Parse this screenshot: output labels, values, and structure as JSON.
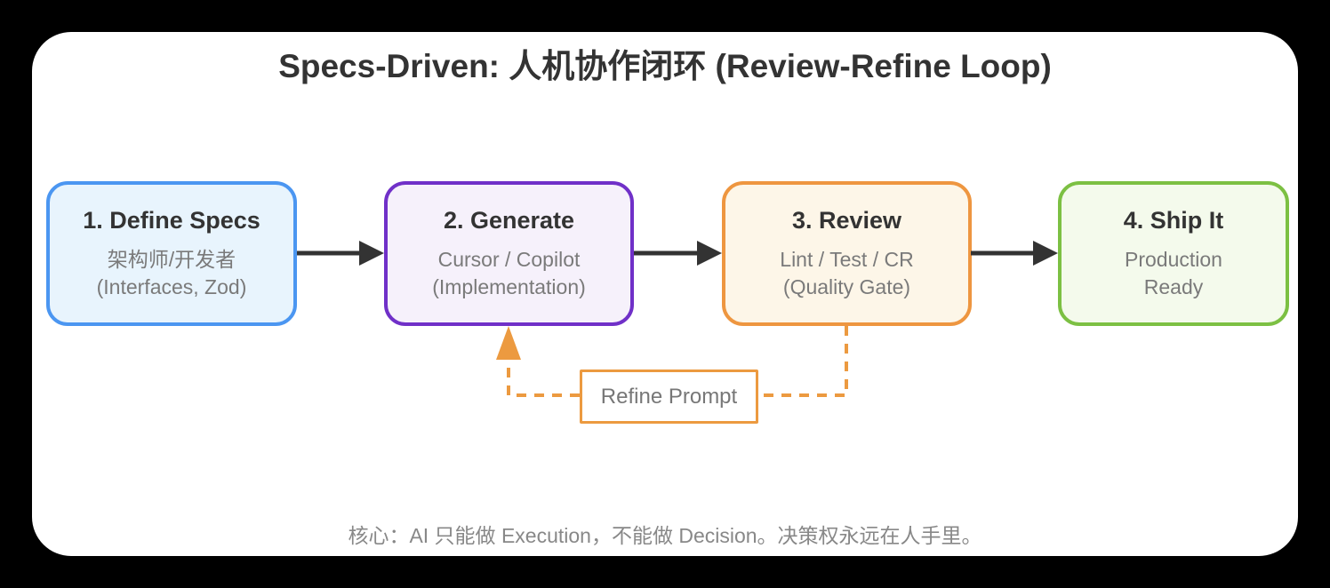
{
  "title": "Specs-Driven: 人机协作闭环 (Review-Refine Loop)",
  "steps": [
    {
      "heading": "1. Define Specs",
      "line1": "架构师/开发者",
      "line2": "(Interfaces, Zod)",
      "fill_color": "#E8F4FD",
      "border_color": "#4B96F1"
    },
    {
      "heading": "2. Generate",
      "line1": "Cursor / Copilot",
      "line2": "(Implementation)",
      "fill_color": "#F6F1FB",
      "border_color": "#7030C8"
    },
    {
      "heading": "3. Review",
      "line1": "Lint / Test / CR",
      "line2": "(Quality Gate)",
      "fill_color": "#FDF6E8",
      "border_color": "#EE9640"
    },
    {
      "heading": "4. Ship It",
      "line1": "Production",
      "line2": "Ready",
      "fill_color": "#F4FAEC",
      "border_color": "#7CC043"
    }
  ],
  "feedback_loop": {
    "label": "Refine Prompt",
    "color": "#EC9A40",
    "from_step": "3. Review",
    "to_step": "2. Generate"
  },
  "caption": "核心：AI 只能做 Execution，不能做 Decision。决策权永远在人手里。",
  "colors": {
    "page_background": "#000000",
    "card_background": "#ffffff",
    "flow_arrow": "#333333",
    "heading_text": "#333333",
    "subtitle_text": "#7a7a7a",
    "caption_text": "#888888"
  }
}
